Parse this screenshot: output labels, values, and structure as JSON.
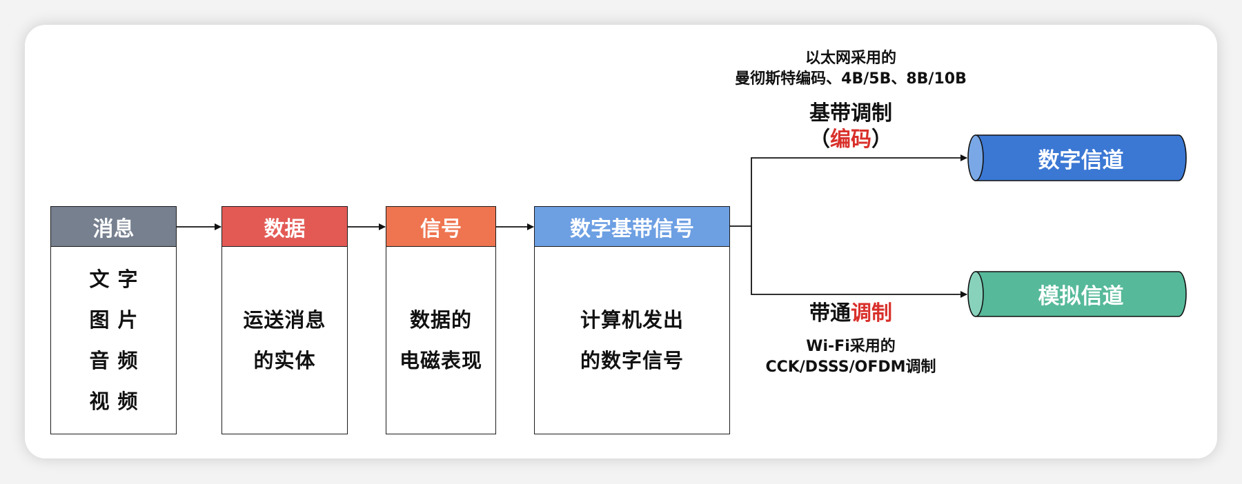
{
  "diagram": {
    "stages": [
      {
        "title": "消息",
        "color": "#76808f",
        "lines": [
          "文字",
          "图片",
          "音频",
          "视频"
        ]
      },
      {
        "title": "数据",
        "color": "#e35a55",
        "lines": [
          "运送消息",
          "的实体"
        ]
      },
      {
        "title": "信号",
        "color": "#ee7550",
        "lines": [
          "数据的",
          "电磁表现"
        ]
      },
      {
        "title": "数字基带信号",
        "color": "#6d9fe3",
        "lines": [
          "计算机发出",
          "的数字信号"
        ]
      }
    ],
    "upper_branch": {
      "note_line1": "以太网采用的",
      "note_line2": "曼彻斯特编码、4B/5B、8B/10B",
      "label": "基带调制",
      "paren_open": "（",
      "paren_highlight": "编码",
      "paren_close": "）",
      "target": "数字信道",
      "target_color": "#3b78d4",
      "target_cap_color": "#7aa8e6"
    },
    "lower_branch": {
      "label_plain": "带通",
      "label_highlight": "调制",
      "note_line1": "Wi-Fi采用的",
      "note_line2": "CCK/DSSS/OFDM调制",
      "target": "模拟信道",
      "target_color": "#56b99a",
      "target_cap_color": "#88d2bc"
    },
    "highlight_color": "#d9302b"
  }
}
